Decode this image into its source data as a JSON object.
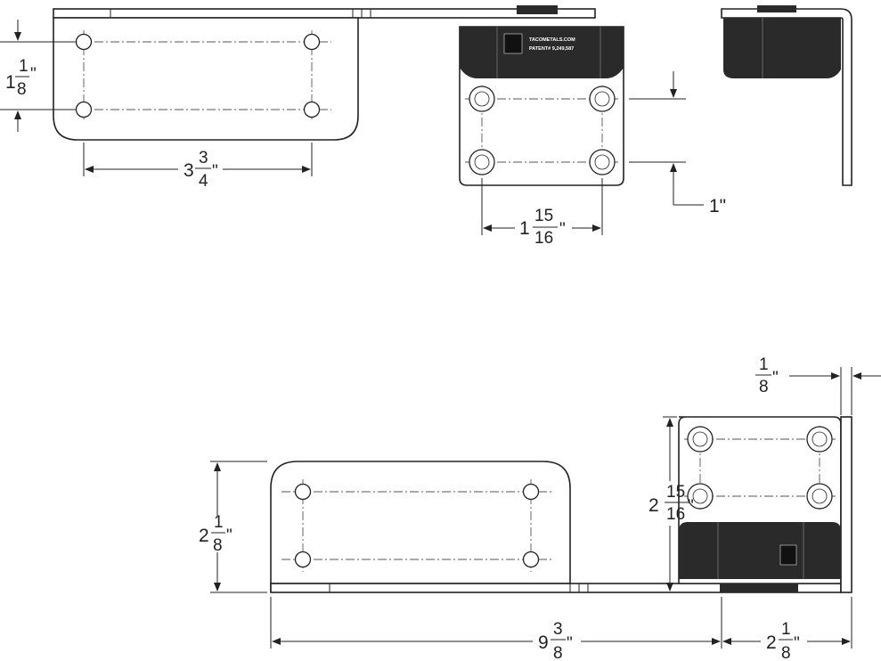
{
  "dimensions": {
    "hole_spacing_vertical": {
      "whole": "1",
      "num": "1",
      "den": "8",
      "unit": "\""
    },
    "hole_spacing_horizontal": {
      "whole": "3",
      "num": "3",
      "den": "4",
      "unit": "\""
    },
    "hinge_hole_spacing": {
      "whole": "1",
      "num": "15",
      "den": "16",
      "unit": "\""
    },
    "hinge_offset": {
      "text": "1\""
    },
    "thickness": {
      "num": "1",
      "den": "8",
      "unit": "\""
    },
    "plate_height": {
      "whole": "2",
      "num": "1",
      "den": "8",
      "unit": "\""
    },
    "hinge_height": {
      "whole": "2",
      "num": "15",
      "den": "16",
      "unit": "\""
    },
    "overall_length": {
      "whole": "9",
      "num": "3",
      "den": "8",
      "unit": "\""
    },
    "leaf_length": {
      "whole": "2",
      "num": "1",
      "den": "8",
      "unit": "\""
    }
  },
  "labels": {
    "website": "TACOMETALS.COM",
    "patent": "PATENT# 9,249,587"
  },
  "colors": {
    "line": "#222222",
    "background": "#ffffff"
  }
}
